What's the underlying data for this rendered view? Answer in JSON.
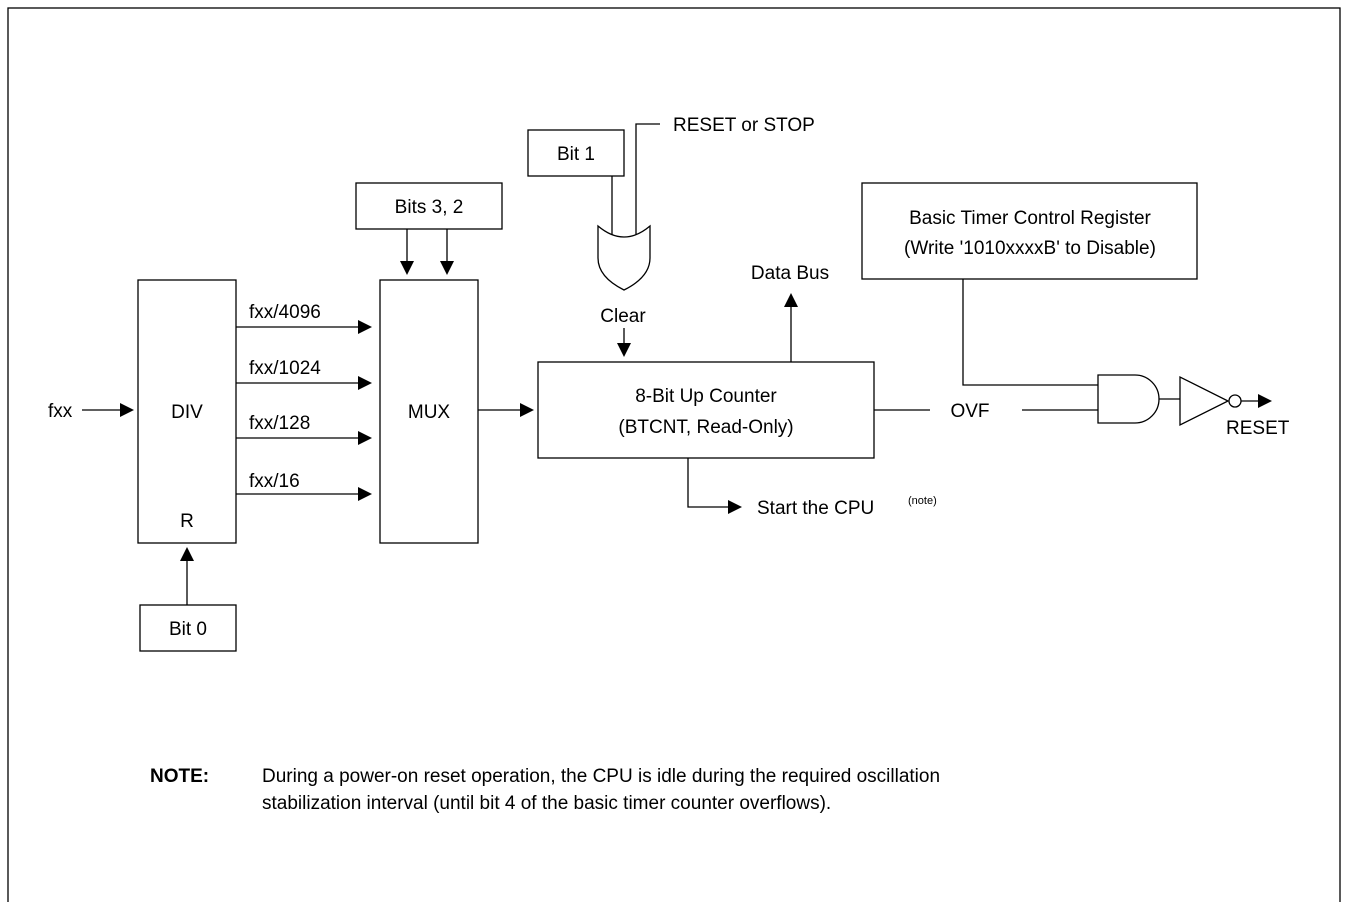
{
  "blocks": {
    "div": "DIV",
    "div_reset": "R",
    "mux": "MUX",
    "bit0": "Bit 0",
    "bit1": "Bit 1",
    "bits32": "Bits 3, 2",
    "counter_line1": "8-Bit Up Counter",
    "counter_line2": "(BTCNT, Read-Only)",
    "control_line1": "Basic Timer Control Register",
    "control_line2": "(Write '1010xxxxB' to Disable)"
  },
  "signals": {
    "fxx": "fxx",
    "div_outputs": [
      "fxx/4096",
      "fxx/1024",
      "fxx/128",
      "fxx/16"
    ],
    "reset_or_stop": "RESET or STOP",
    "clear": "Clear",
    "data_bus": "Data Bus",
    "ovf": "OVF",
    "reset_out": "RESET",
    "start_cpu": "Start the CPU",
    "start_cpu_note": "(note)"
  },
  "note": {
    "heading": "NOTE:",
    "line1": "During a power-on reset operation, the CPU is idle during the required oscillation",
    "line2": "stabilization interval (until bit 4 of the basic timer counter overflows)."
  }
}
